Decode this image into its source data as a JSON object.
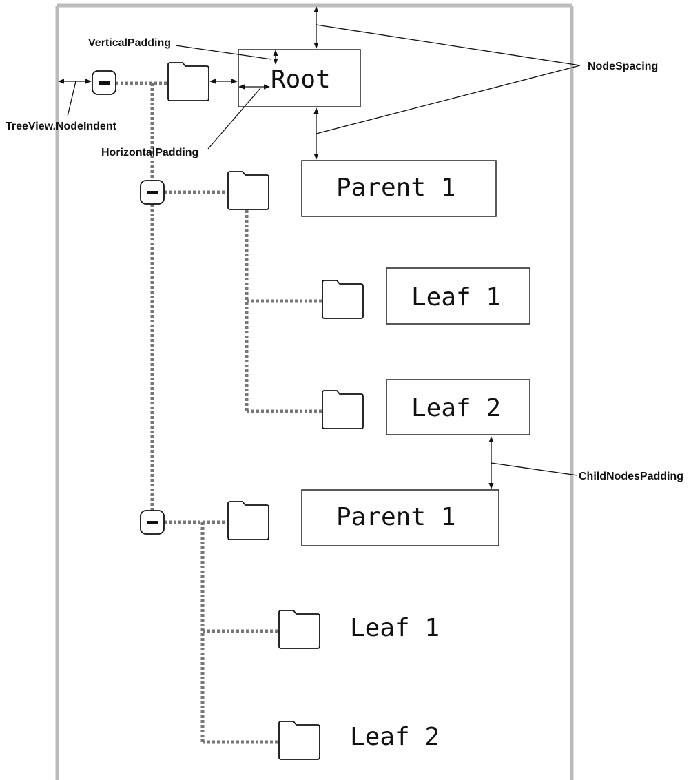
{
  "colors": {
    "frame": "#bbbbbb",
    "connector": "#777777",
    "ink": "#111111"
  },
  "tree": {
    "root": {
      "label": "Root"
    },
    "parent_a": {
      "label": "Parent 1"
    },
    "parent_a_leaf1": {
      "label": "Leaf 1"
    },
    "parent_a_leaf2": {
      "label": "Leaf 2"
    },
    "parent_b": {
      "label": "Parent 1"
    },
    "parent_b_leaf1": {
      "label": "Leaf 1"
    },
    "parent_b_leaf2": {
      "label": "Leaf 2"
    }
  },
  "annotations": {
    "vertical_padding": "VerticalPadding",
    "node_spacing": "NodeSpacing",
    "node_indent": "TreeView.NodeIndent",
    "horizontal_padding": "HorizontalPadding",
    "child_nodes_padding": "ChildNodesPadding"
  },
  "icons": {
    "folder": "folder-icon",
    "expander": "collapse-minus-icon",
    "arrow": "double-arrow-icon"
  }
}
